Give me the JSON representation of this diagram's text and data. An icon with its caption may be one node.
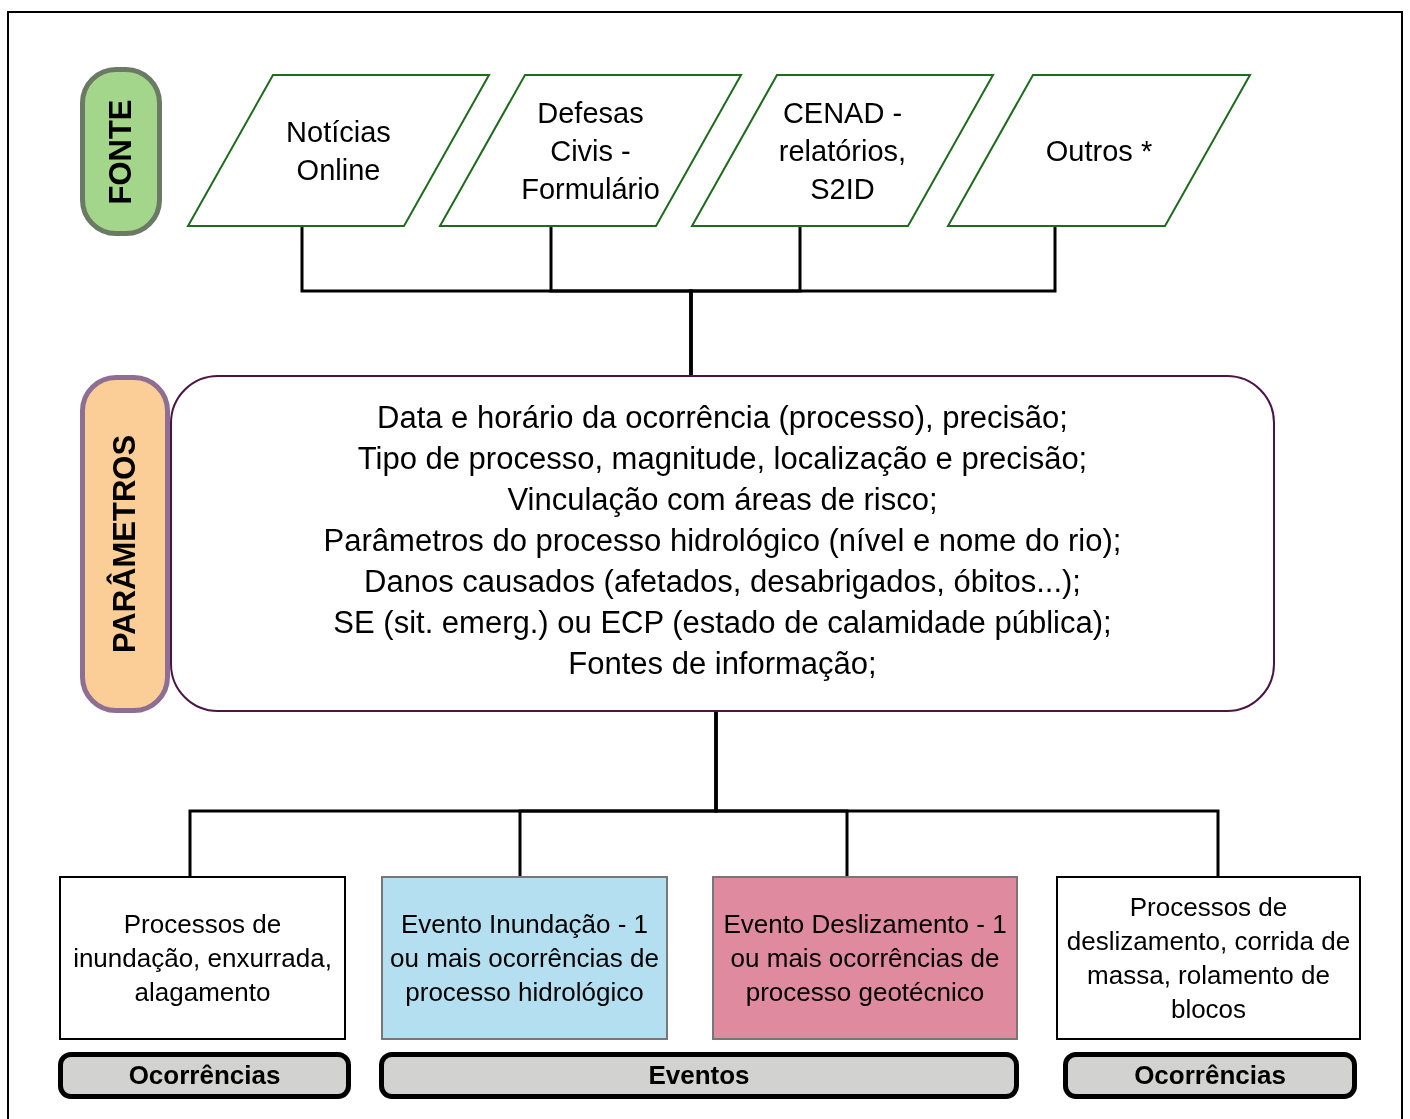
{
  "diagram": {
    "nodes": [
      {
        "text": [
          "FONTE"
        ]
      },
      {
        "text": [
          "Notícias Online"
        ]
      },
      {
        "text": [
          "Defesas Civis - Formulário"
        ]
      },
      {
        "text": [
          "CENAD - relatórios, S2ID"
        ]
      },
      {
        "text": [
          "Outros *"
        ]
      },
      {
        "text": [
          "PARÂMETROS"
        ]
      },
      {
        "text": [
          "Data e horário da ocorrência (processo), precisão;",
          "Tipo de processo, magnitude, localização e precisão;",
          "Vinculação com áreas de risco;",
          "Parâmetros do processo hidrológico (nível e nome do rio);",
          "Danos causados (afetados, desabrigados, óbitos...);",
          "SE (sit. emerg.) ou ECP (estado de calamidade pública);",
          "Fontes de informação;"
        ]
      },
      {
        "text": [
          "Processos de inundação, enxurrada, alagamento"
        ]
      },
      {
        "text": [
          "Evento Inundação - 1 ou mais ocorrências de processo hidrológico"
        ]
      },
      {
        "text": [
          "Evento Deslizamento - 1 ou mais ocorrências de processo geotécnico"
        ]
      },
      {
        "text": [
          "Processos de deslizamento, corrida de massa, rolamento de blocos"
        ]
      },
      {
        "text": [
          "Ocorrências"
        ]
      },
      {
        "text": [
          "Eventos"
        ]
      },
      {
        "text": [
          "Ocorrências"
        ]
      }
    ],
    "edges": [
      {
        "from": 1,
        "to": 6,
        "arrow": "none"
      },
      {
        "from": 2,
        "to": 6,
        "arrow": "none"
      },
      {
        "from": 3,
        "to": 6,
        "arrow": "none"
      },
      {
        "from": 4,
        "to": 6,
        "arrow": "none"
      },
      {
        "from": 6,
        "to": 7,
        "arrow": "none"
      },
      {
        "from": 6,
        "to": 8,
        "arrow": "none"
      },
      {
        "from": 6,
        "to": 9,
        "arrow": "none"
      },
      {
        "from": 6,
        "to": 10,
        "arrow": "none"
      }
    ]
  }
}
